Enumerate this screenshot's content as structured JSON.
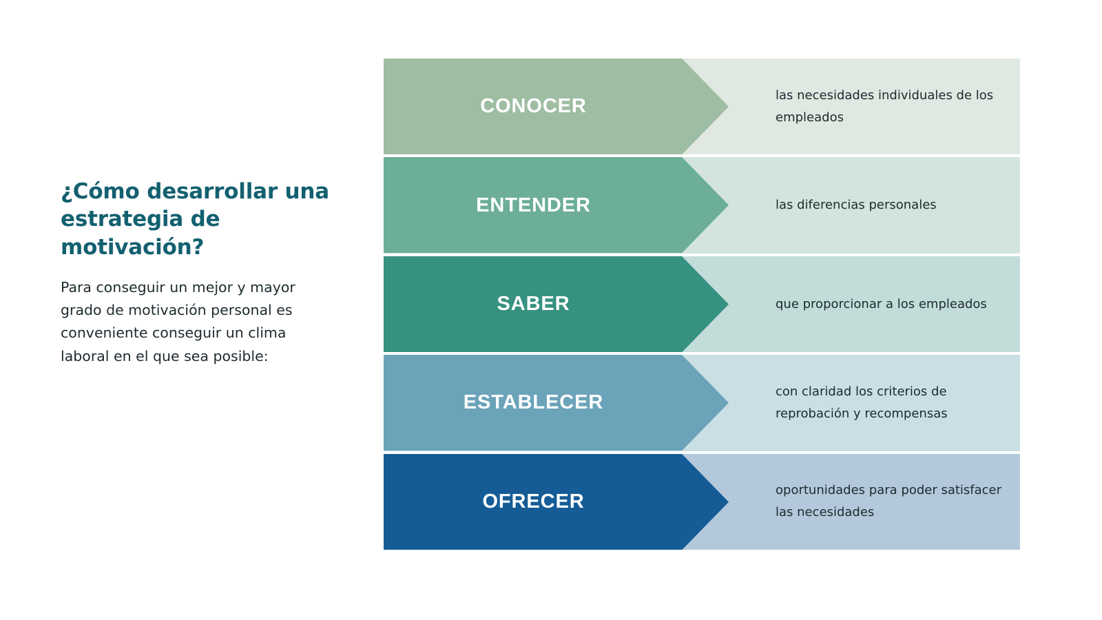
{
  "left": {
    "title": "¿Cómo desarrollar una estrategia de motivación?",
    "paragraph": "Para conseguir un mejor y mayor grado de motivación personal es conveniente conseguir un clima laboral en el que sea posible:",
    "title_color": "#136070",
    "text_color": "#1d2a2e"
  },
  "funnel": {
    "rows": [
      {
        "label": "CONOCER",
        "description": "las necesidades individuales de los empleados",
        "arrow_color": "#9fbda2",
        "panel_color": "#dfe8e1"
      },
      {
        "label": "ENTENDER",
        "description": "las diferencias personales",
        "arrow_color": "#6cae97",
        "panel_color": "#d3e4dc"
      },
      {
        "label": "SABER",
        "description": "que proporcionar a los empleados",
        "arrow_color": "#369180",
        "panel_color": "#c2dcd9"
      },
      {
        "label": "ESTABLECER",
        "description": "con claridad los criterios de reprobación y recompensas",
        "arrow_color": "#6ba3b9",
        "panel_color": "#cadfe4"
      },
      {
        "label": "OFRECER",
        "description": "oportunidades para poder satisfacer las necesidades",
        "arrow_color": "#155c96",
        "panel_color": "#b4c8dc"
      }
    ]
  },
  "background_color": "#ffffff"
}
